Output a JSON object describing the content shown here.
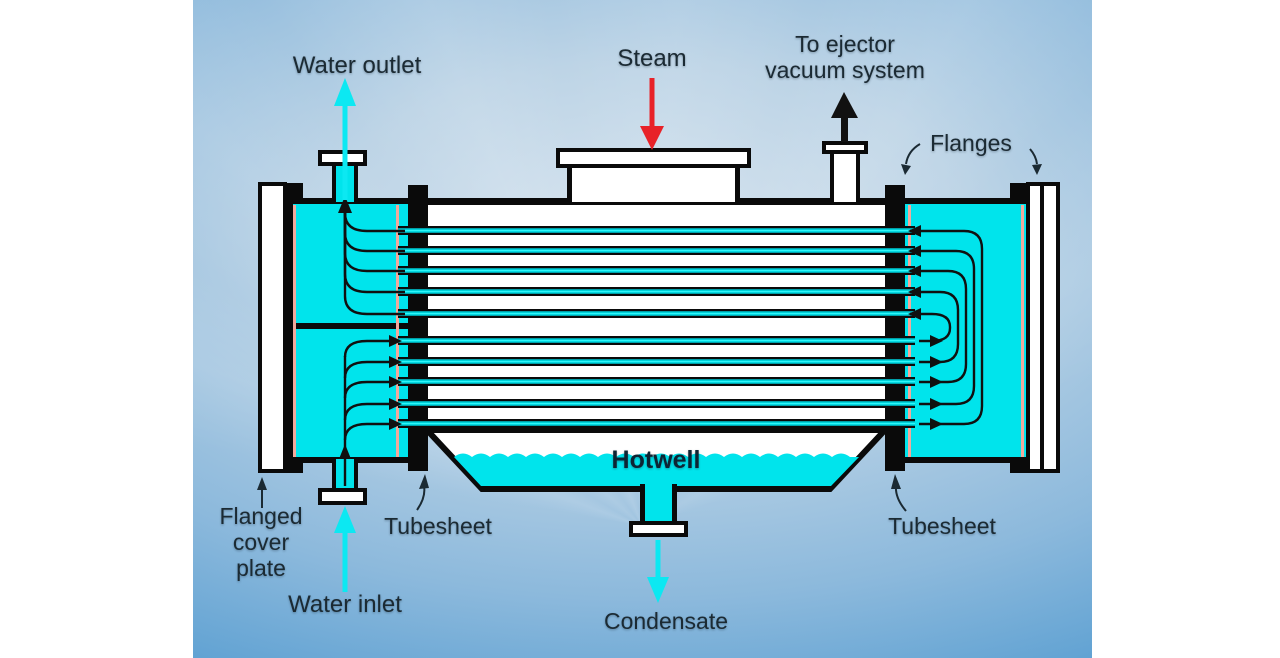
{
  "figure": {
    "labels": {
      "water_outlet": "Water outlet",
      "steam": "Steam",
      "ejector": [
        "To ejector",
        "vacuum system"
      ],
      "flanges": "Flanges",
      "flanged_cover": [
        "Flanged",
        "cover",
        "plate"
      ],
      "tubesheet_left": "Tubesheet",
      "tubesheet_right": "Tubesheet",
      "water_inlet": "Water inlet",
      "hotwell": "Hotwell",
      "condensate": "Condensate"
    },
    "colors": {
      "cooling_water_cyan": "#00E4EC",
      "steam_arrow_red": "#E82228",
      "vacuum_arrow_black": "#111111",
      "gasket_pink": "#F2A99C",
      "label_text": "#1B2A33",
      "background_blue": "#4C97CD",
      "shell_interior": "#FFFFFF"
    }
  }
}
